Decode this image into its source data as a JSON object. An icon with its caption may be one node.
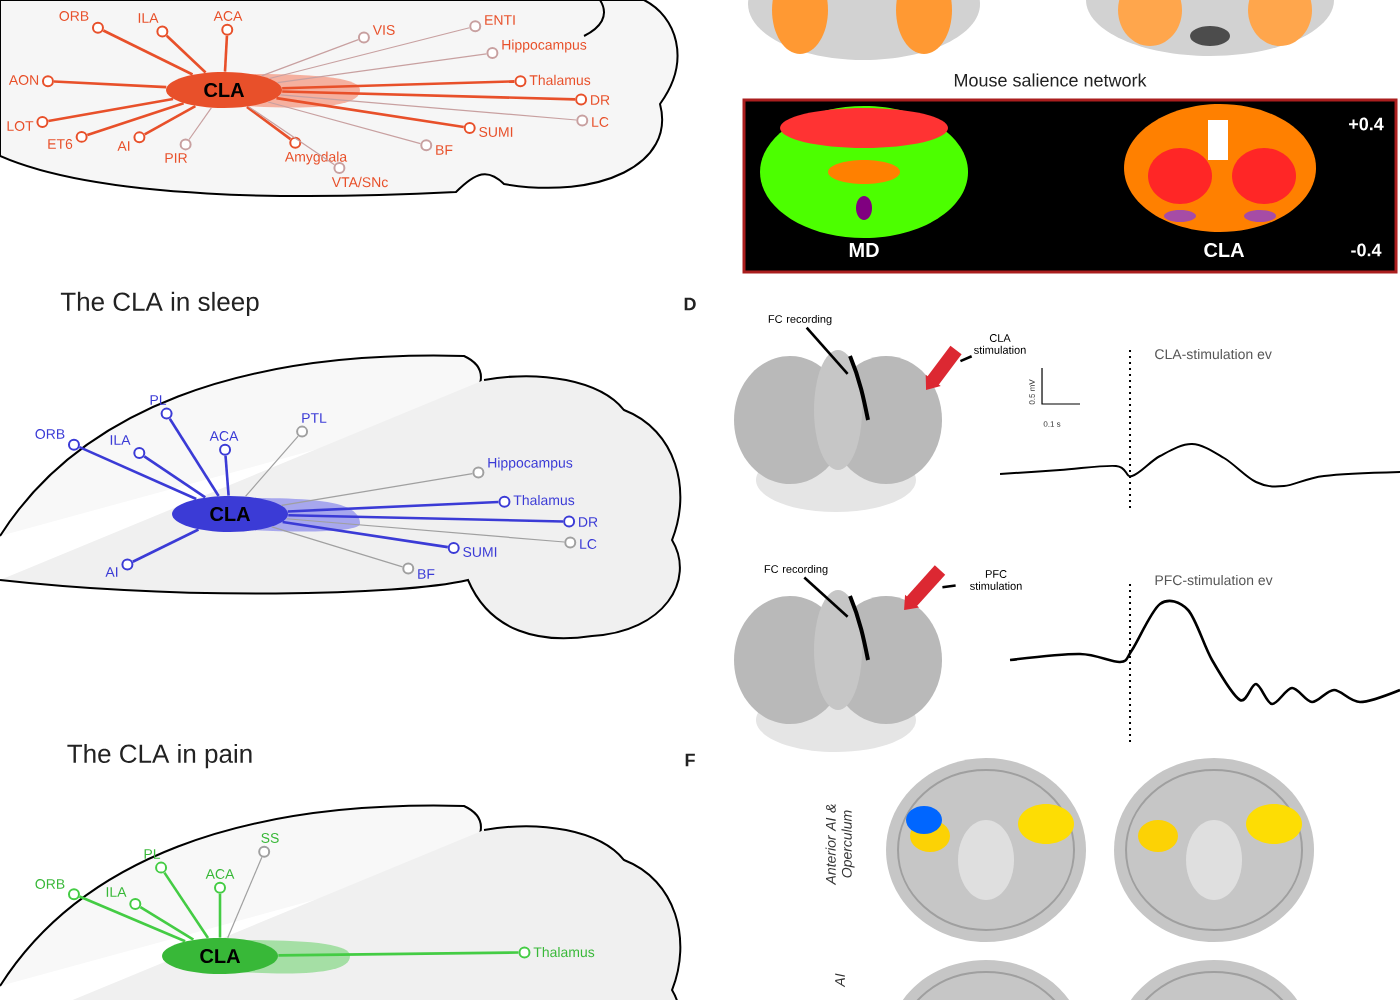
{
  "diagram": {
    "nodes": [
      {
        "text": [
          "CLA"
        ]
      },
      {
        "text": [
          "ORB"
        ]
      },
      {
        "text": [
          "ILA"
        ]
      },
      {
        "text": [
          "ACA"
        ]
      },
      {
        "text": [
          "AON"
        ]
      },
      {
        "text": [
          "LOT"
        ]
      },
      {
        "text": [
          "ET6"
        ]
      },
      {
        "text": [
          "AI"
        ]
      },
      {
        "text": [
          "PIR"
        ]
      },
      {
        "text": [
          "Amygdala"
        ]
      },
      {
        "text": [
          "VTA/SNc"
        ]
      },
      {
        "text": [
          "BF"
        ]
      },
      {
        "text": [
          "SUMI"
        ]
      },
      {
        "text": [
          "LC"
        ]
      },
      {
        "text": [
          "DR"
        ]
      },
      {
        "text": [
          "Thalamus"
        ]
      },
      {
        "text": [
          "Hippocampus"
        ]
      },
      {
        "text": [
          "ENTI"
        ]
      },
      {
        "text": [
          "VIS"
        ]
      },
      {
        "text": [
          "CLA"
        ]
      },
      {
        "text": [
          "ORB"
        ]
      },
      {
        "text": [
          "PL"
        ]
      },
      {
        "text": [
          "ILA"
        ]
      },
      {
        "text": [
          "ACA"
        ]
      },
      {
        "text": [
          "PTL"
        ]
      },
      {
        "text": [
          "Hippocampus"
        ]
      },
      {
        "text": [
          "Thalamus"
        ]
      },
      {
        "text": [
          "DR"
        ]
      },
      {
        "text": [
          "LC"
        ]
      },
      {
        "text": [
          "SUMI"
        ]
      },
      {
        "text": [
          "BF"
        ]
      },
      {
        "text": [
          "AI"
        ]
      },
      {
        "text": [
          "CLA"
        ]
      },
      {
        "text": [
          "ORB"
        ]
      },
      {
        "text": [
          "PL"
        ]
      },
      {
        "text": [
          "ILA"
        ]
      },
      {
        "text": [
          "ACA"
        ]
      },
      {
        "text": [
          "SS"
        ]
      },
      {
        "text": [
          "Thalamus"
        ]
      },
      {
        "text": [
          "FC recording"
        ]
      },
      {
        "text": [
          "CLA stimulation"
        ]
      },
      {
        "text": [
          "FC recording"
        ]
      },
      {
        "text": [
          "PFC stimulation"
        ]
      },
      {
        "text": [],
        "shape": "picture"
      },
      {
        "text": [],
        "shape": "picture"
      },
      {
        "text": [],
        "shape": "picture"
      },
      {
        "text": [],
        "shape": "picture"
      }
    ],
    "edges": [
      {
        "from": 0,
        "to": 1,
        "arrow": "none",
        "color": "#e8502a"
      },
      {
        "from": 0,
        "to": 2,
        "arrow": "none",
        "color": "#e8502a"
      },
      {
        "from": 0,
        "to": 3,
        "arrow": "none",
        "color": "#e8502a"
      },
      {
        "from": 0,
        "to": 4,
        "arrow": "none",
        "color": "#e8502a"
      },
      {
        "from": 0,
        "to": 5,
        "arrow": "none",
        "color": "#e8502a"
      },
      {
        "from": 0,
        "to": 6,
        "arrow": "none",
        "color": "#e8502a"
      },
      {
        "from": 0,
        "to": 7,
        "arrow": "none",
        "color": "#e8502a"
      },
      {
        "from": 0,
        "to": 8,
        "arrow": "none",
        "color": "#c8a0a0"
      },
      {
        "from": 0,
        "to": 9,
        "arrow": "none",
        "color": "#e8502a"
      },
      {
        "from": 0,
        "to": 10,
        "arrow": "none",
        "color": "#c8a0a0"
      },
      {
        "from": 0,
        "to": 11,
        "arrow": "none",
        "color": "#c8a0a0"
      },
      {
        "from": 0,
        "to": 12,
        "arrow": "none",
        "color": "#e8502a"
      },
      {
        "from": 0,
        "to": 13,
        "arrow": "none",
        "color": "#c8a0a0"
      },
      {
        "from": 0,
        "to": 14,
        "arrow": "none",
        "color": "#e8502a"
      },
      {
        "from": 0,
        "to": 15,
        "arrow": "none",
        "color": "#e8502a"
      },
      {
        "from": 0,
        "to": 16,
        "arrow": "none",
        "color": "#c8a0a0"
      },
      {
        "from": 0,
        "to": 17,
        "arrow": "none",
        "color": "#c8a0a0"
      },
      {
        "from": 0,
        "to": 18,
        "arrow": "none",
        "color": "#c8a0a0"
      },
      {
        "from": 19,
        "to": 20,
        "arrow": "none",
        "color": "#3b3bd6"
      },
      {
        "from": 19,
        "to": 21,
        "arrow": "none",
        "color": "#3b3bd6"
      },
      {
        "from": 19,
        "to": 22,
        "arrow": "none",
        "color": "#3b3bd6"
      },
      {
        "from": 19,
        "to": 23,
        "arrow": "none",
        "color": "#3b3bd6"
      },
      {
        "from": 19,
        "to": 24,
        "arrow": "none",
        "color": "#a0a0a0"
      },
      {
        "from": 19,
        "to": 25,
        "arrow": "none",
        "color": "#a0a0a0"
      },
      {
        "from": 19,
        "to": 26,
        "arrow": "none",
        "color": "#3b3bd6"
      },
      {
        "from": 19,
        "to": 27,
        "arrow": "none",
        "color": "#3b3bd6"
      },
      {
        "from": 19,
        "to": 28,
        "arrow": "none",
        "color": "#a0a0a0"
      },
      {
        "from": 19,
        "to": 29,
        "arrow": "none",
        "color": "#3b3bd6"
      },
      {
        "from": 19,
        "to": 30,
        "arrow": "none",
        "color": "#a0a0a0"
      },
      {
        "from": 19,
        "to": 31,
        "arrow": "none",
        "color": "#3b3bd6"
      },
      {
        "from": 32,
        "to": 33,
        "arrow": "none",
        "color": "#44cc44"
      },
      {
        "from": 32,
        "to": 34,
        "arrow": "none",
        "color": "#44cc44"
      },
      {
        "from": 32,
        "to": 35,
        "arrow": "none",
        "color": "#44cc44"
      },
      {
        "from": 32,
        "to": 36,
        "arrow": "none",
        "color": "#44cc44"
      },
      {
        "from": 32,
        "to": 37,
        "arrow": "none",
        "color": "#a0a0a0"
      },
      {
        "from": 32,
        "to": 38,
        "arrow": "none",
        "color": "#44cc44"
      },
      {
        "from": 39,
        "to": 43,
        "arrow": "none",
        "color": "#000000"
      },
      {
        "from": 40,
        "to": 44,
        "arrow": "none",
        "color": "#000000"
      },
      {
        "from": 41,
        "to": 45,
        "arrow": "none",
        "color": "#000000"
      },
      {
        "from": 42,
        "to": 46,
        "arrow": "none",
        "color": "#000000"
      }
    ],
    "labels": [
      "Mouse salience network",
      "+0.4",
      "MD",
      "CLA",
      "-0.4",
      "The CLA in sleep",
      "D",
      "CLA-stimulation ev",
      "0.5 mV",
      "0.1 s",
      "PFC-stimulation ev",
      "The CLA in pain",
      "F",
      "Anterior AI & Operculum",
      "AI"
    ]
  }
}
